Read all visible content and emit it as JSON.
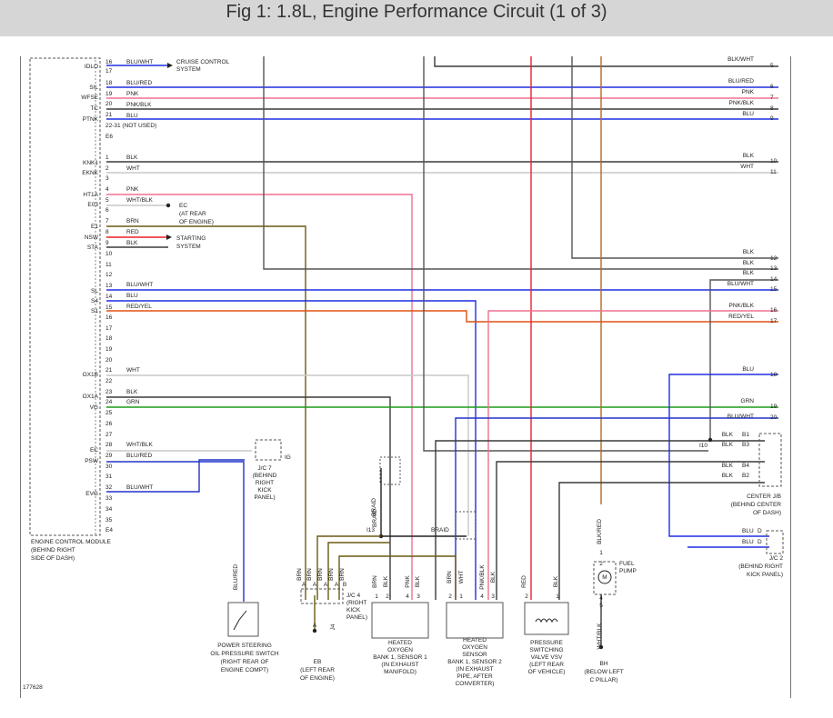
{
  "title": "Fig 1: 1.8L, Engine Performance Circuit (1 of 3)",
  "figure_id": "177628",
  "colors": {
    "BLU": "#1f2ee0",
    "PNK": "#f07090",
    "BLK": "#3a3a3a",
    "WHT": "#c8c8c8",
    "BRN": "#6a5a12",
    "RED": "#e8202a",
    "GRN": "#1b9b1b",
    "BLUWHT": "#2233cc",
    "GRY": "#8a8a8a",
    "RED_YEL": "#e05010",
    "ORG_BLK": "#b06a25"
  },
  "ecm_pins": [
    {
      "name": "IDLO",
      "pin": "16"
    },
    {
      "name": "SIL",
      "pin": "18"
    },
    {
      "name": "WFSE",
      "pin": "19"
    },
    {
      "name": "TC",
      "pin": "20"
    },
    {
      "name": "PTNK",
      "pin": "21"
    },
    {
      "name": "KNK1",
      "pin": "1"
    },
    {
      "name": "EKNK",
      "pin": "2"
    },
    {
      "name": "HT1A",
      "pin": "4"
    },
    {
      "name": "E03",
      "pin": "5"
    },
    {
      "name": "E1",
      "pin": "7"
    },
    {
      "name": "NSW",
      "pin": "8"
    },
    {
      "name": "STA",
      "pin": "9"
    },
    {
      "name": "SL",
      "pin": "13"
    },
    {
      "name": "S4",
      "pin": "14"
    },
    {
      "name": "S1",
      "pin": "15"
    },
    {
      "name": "OX1B",
      "pin": "21"
    },
    {
      "name": "OX1A",
      "pin": "23"
    },
    {
      "name": "VG",
      "pin": "24"
    },
    {
      "name": "EC",
      "pin": "28"
    },
    {
      "name": "PSW",
      "pin": "29"
    },
    {
      "name": "EVG",
      "pin": "32"
    }
  ],
  "pin_numbers": [
    "16",
    "17",
    "18",
    "19",
    "20",
    "21",
    "22-31 (NOT USED)",
    "E6",
    "1",
    "2",
    "3",
    "4",
    "5",
    "6",
    "7",
    "8",
    "9",
    "10",
    "11",
    "12",
    "13",
    "14",
    "15",
    "16",
    "17",
    "18",
    "19",
    "20",
    "21",
    "22",
    "23",
    "24",
    "25",
    "26",
    "27",
    "28",
    "29",
    "30",
    "31",
    "32",
    "33",
    "34",
    "35",
    "E4"
  ],
  "left_wire_labels": [
    "BLU/WHT",
    "BLU/RED",
    "PNK",
    "PNK/BLK",
    "BLU",
    "BLK",
    "WHT",
    "PNK",
    "WHT/BLK",
    "BRN",
    "RED",
    "BLK",
    "BLU/WHT",
    "BLU",
    "RED/YEL",
    "WHT",
    "BLK",
    "GRN",
    "WHT/BLK",
    "BLU/RED",
    "BLU/WHT"
  ],
  "right_wire_labels": [
    "BLK/WHT",
    "BLU/RED",
    "PNK",
    "PNK/BLK",
    "BLU",
    "BLK",
    "WHT",
    "BLK",
    "BLK",
    "BLK",
    "BLU/WHT",
    "PNK/BLK",
    "RED/YEL",
    "BLU",
    "GRN",
    "BLU/WHT"
  ],
  "connector_numbers": [
    "5",
    "6",
    "7",
    "8",
    "9",
    "10",
    "11",
    "12",
    "13",
    "14",
    "15",
    "16",
    "17",
    "18",
    "19",
    "20"
  ],
  "junction_labels": {
    "cruise": [
      "CRUISE CONTROL",
      "SYSTEM"
    ],
    "ec": [
      "EC",
      "(AT REAR",
      "OF ENGINE)"
    ],
    "starting": [
      "STARTING",
      "SYSTEM"
    ],
    "ig": "IG",
    "jc7": [
      "J/C 7",
      "(BEHIND",
      "RIGHT",
      "KICK",
      "PANEL)"
    ],
    "braid": "BRAID",
    "i13": "I13",
    "i10": "I10",
    "center_jb": [
      "CENTER J/B",
      "(BEHIND CENTER",
      "OF DASH)"
    ],
    "jc2": [
      "J/C 2",
      "(BEHIND RIGHT",
      "KICK PANEL)"
    ],
    "jc4": [
      "J/C 4",
      "(RIGHT",
      "KICK",
      "PANEL)"
    ],
    "j4": "J4",
    "b_terms": [
      "BLK",
      "B1",
      "BLK",
      "B3",
      "BLK",
      "B4",
      "BLK",
      "B2"
    ],
    "blu_d": [
      "BLU",
      "D",
      "BLU",
      "D"
    ]
  },
  "components": {
    "ecm": [
      "ENGINE CONTROL MODULE",
      "(BEHIND RIGHT",
      "SIDE OF DASH)"
    ],
    "ps_switch": [
      "POWER STEERING",
      "OIL PRESSURE SWITCH",
      "(RIGHT REAR OF",
      "ENGINE COMPT)"
    ],
    "eb": [
      "EB",
      "(LEFT REAR",
      "OF ENGINE)"
    ],
    "hos1": [
      "HEATED",
      "OXYGEN",
      "BANK 1, SENSOR 1",
      "(IN EXHAUST",
      "MANIFOLD)"
    ],
    "hos2": [
      "HEATED",
      "OXYGEN",
      "SENSOR",
      "BANK 1, SENSOR 2",
      "(IN EXHAUST",
      "PIPE, AFTER",
      "CONVERTER)"
    ],
    "psvsv": [
      "PRESSURE",
      "SWITCHING",
      "VALVE VSV",
      "(LEFT REAR",
      "OF VEHICLE)"
    ],
    "fuel_pump": [
      "FUEL",
      "PUMP"
    ],
    "bh": [
      "BH",
      "(BELOW LEFT",
      "C PILLAR)"
    ]
  },
  "bottom_wire_labels": [
    "BLU/RED",
    "BRN",
    "BRN",
    "BRN",
    "BRN",
    "BRN",
    "BRAID",
    "BRN",
    "BLK",
    "PNK",
    "BLK",
    "BRN",
    "WHT",
    "PNK/BLK",
    "BLK",
    "RED",
    "BLK",
    "BLK/RED",
    "WHT/BLK"
  ],
  "pin_marks": [
    "A",
    "A",
    "A",
    "A",
    "A",
    "B",
    "1",
    "2",
    "4",
    "3",
    "2",
    "1",
    "4",
    "3",
    "2",
    "1",
    "1",
    "2",
    "4",
    "5"
  ]
}
